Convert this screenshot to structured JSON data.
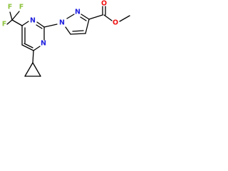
{
  "molecule": {
    "atoms": {
      "f1": "F",
      "f2": "F",
      "f3": "F",
      "n_pyr_upper": "N",
      "n_pyr_lower": "N",
      "n_pz_1": "N",
      "n_pz_2": "N",
      "o_carbonyl": "O",
      "o_ester": "O"
    },
    "colors": {
      "fluorine": "#8fc43f",
      "nitrogen": "#1f1fe0",
      "oxygen": "#ee1111",
      "bond": "#000000"
    }
  }
}
